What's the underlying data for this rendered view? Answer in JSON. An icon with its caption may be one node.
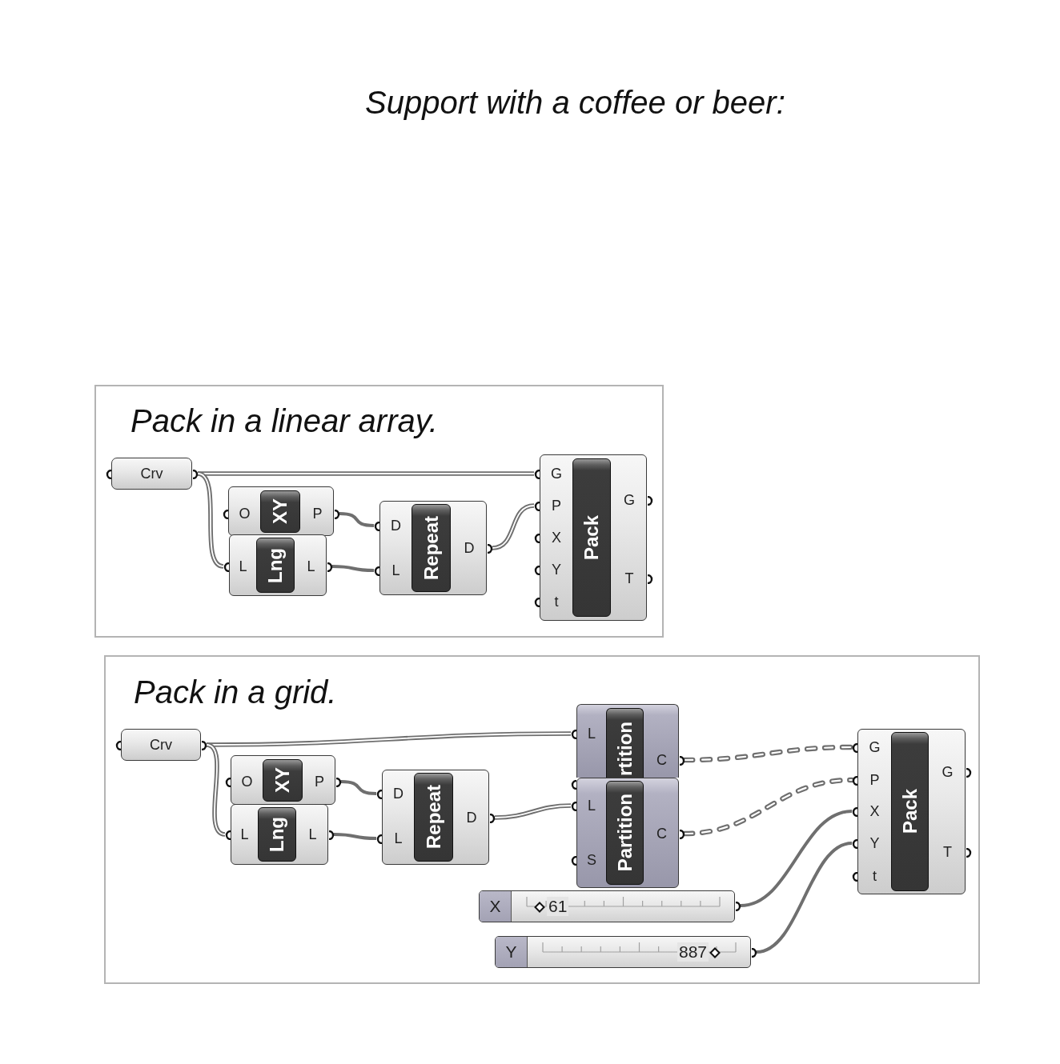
{
  "diagram": {
    "nodes": [
      {
        "text": [
          "Pack in a linear array."
        ]
      },
      {
        "text": [
          "Crv"
        ],
        "in": 0
      },
      {
        "text": [
          "O",
          "XY",
          "P"
        ],
        "in": 0
      },
      {
        "text": [
          "L",
          "Lng",
          "L"
        ],
        "in": 0
      },
      {
        "text": [
          "D",
          "L",
          "Repeat",
          "D"
        ],
        "in": 0
      },
      {
        "text": [
          "G",
          "P",
          "X",
          "Y",
          "t",
          "Pack",
          "G",
          "T"
        ],
        "in": 0
      },
      {
        "text": [
          "Pack in a grid."
        ]
      },
      {
        "text": [
          "Crv"
        ],
        "in": 6
      },
      {
        "text": [
          "O",
          "XY",
          "P"
        ],
        "in": 6
      },
      {
        "text": [
          "L",
          "Lng",
          "L"
        ],
        "in": 6
      },
      {
        "text": [
          "D",
          "L",
          "Repeat",
          "D"
        ],
        "in": 6
      },
      {
        "text": [
          "L",
          "rtition",
          "C"
        ],
        "in": 6
      },
      {
        "text": [
          "L",
          "S",
          "Partition",
          "C"
        ],
        "in": 6
      },
      {
        "text": [
          "G",
          "P",
          "X",
          "Y",
          "t",
          "Pack",
          "G",
          "T"
        ],
        "in": 6
      },
      {
        "text": [
          "X",
          "61"
        ],
        "in": 6
      },
      {
        "text": [
          "Y",
          "887"
        ],
        "in": 6
      }
    ],
    "edges": [
      {
        "from": 1,
        "to": 5,
        "arrow": "none"
      },
      {
        "from": 1,
        "to": 3,
        "arrow": "none"
      },
      {
        "from": 2,
        "to": 4,
        "arrow": "none"
      },
      {
        "from": 3,
        "to": 4,
        "arrow": "none"
      },
      {
        "from": 4,
        "to": 5,
        "arrow": "none"
      },
      {
        "from": 7,
        "to": 11,
        "arrow": "none"
      },
      {
        "from": 7,
        "to": 9,
        "arrow": "none"
      },
      {
        "from": 8,
        "to": 10,
        "arrow": "none"
      },
      {
        "from": 9,
        "to": 10,
        "arrow": "none"
      },
      {
        "from": 10,
        "to": 12,
        "arrow": "none"
      },
      {
        "from": 11,
        "to": 13,
        "arrow": "none",
        "style": "dashed"
      },
      {
        "from": 12,
        "to": 13,
        "arrow": "none",
        "style": "dashed"
      },
      {
        "from": 14,
        "to": 13,
        "arrow": "none"
      },
      {
        "from": 15,
        "to": 13,
        "arrow": "none"
      }
    ],
    "labels": [
      "Support with a coffee or beer:"
    ]
  }
}
